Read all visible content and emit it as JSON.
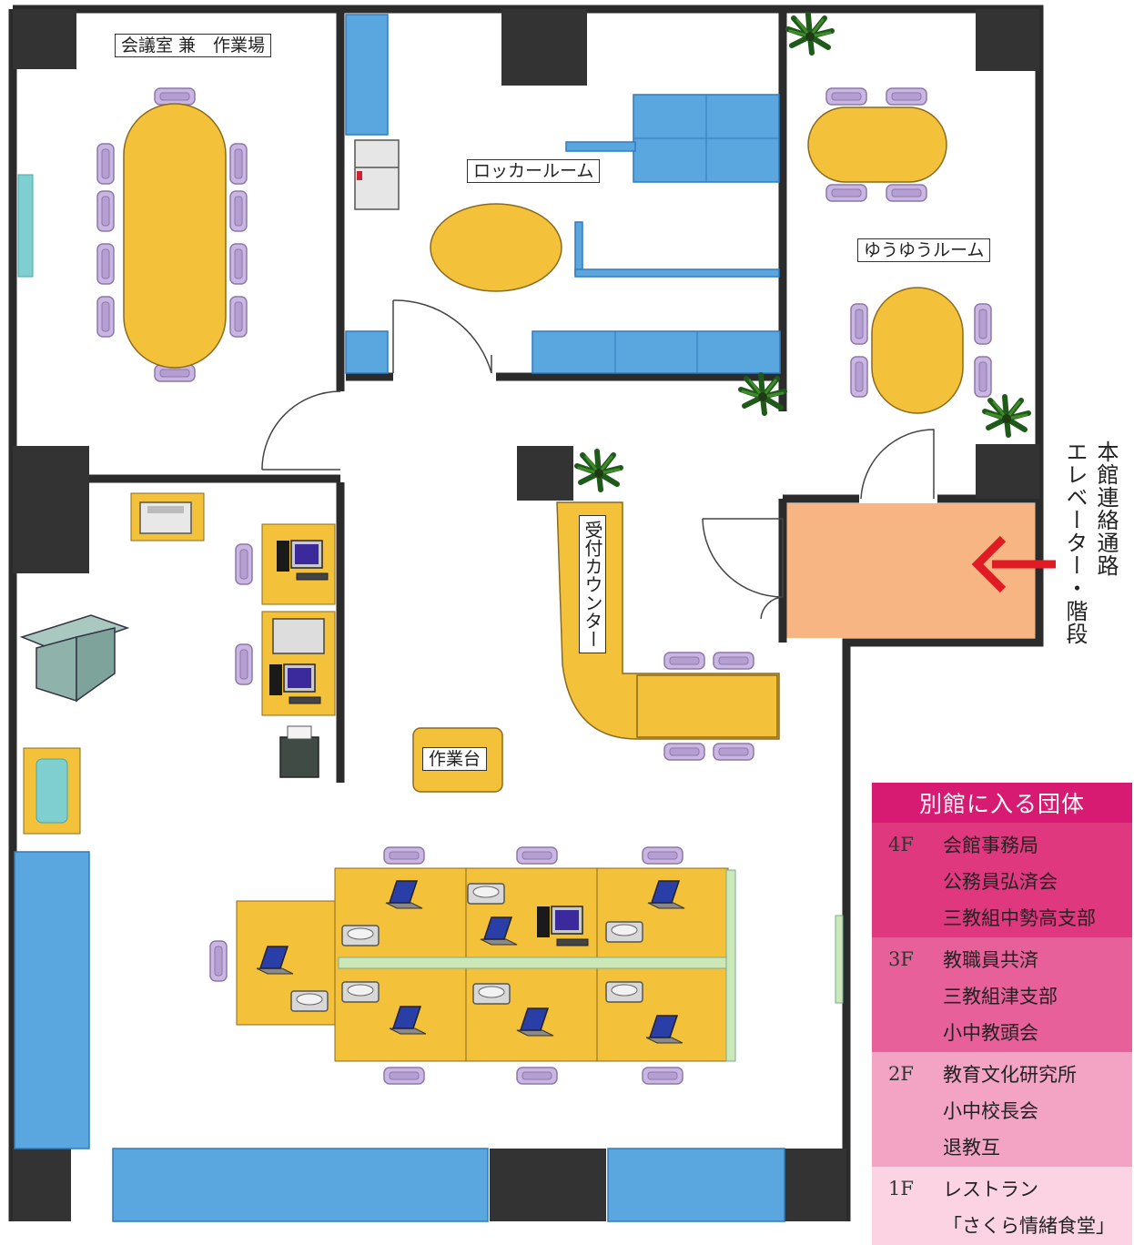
{
  "rooms": {
    "meeting_room": "会議室 兼　作業場",
    "locker_room": "ロッカールーム",
    "yuyu_room": "ゆうゆうルーム",
    "work_table": "作業台",
    "reception_counter": "受付カウンター"
  },
  "connector": {
    "label": "本館連絡通路",
    "sublabel": "エレベーター・階段"
  },
  "legend": {
    "title": "別館に入る団体",
    "groups": [
      {
        "floor": "4F",
        "names": [
          "会館事務局",
          "公務員弘済会",
          "三教組中勢高支部"
        ],
        "color": "#e0387f"
      },
      {
        "floor": "3F",
        "names": [
          "教職員共済",
          "三教組津支部",
          "小中教頭会"
        ],
        "color": "#e8609a"
      },
      {
        "floor": "2F",
        "names": [
          "教育文化研究所",
          "小中校長会",
          "退教互"
        ],
        "color": "#f3a3c4"
      },
      {
        "floor": "1F",
        "names": [
          "レストラン",
          "「さくら情緒食堂」"
        ],
        "color": "#fbd3e3"
      }
    ]
  },
  "colors": {
    "wall": "#2b2b2b",
    "pillar": "#333333",
    "table": "#f4c23a",
    "cabinet": "#5aa7e0",
    "chair": "#c8b4e0",
    "corridor": "#f7b583",
    "arrow": "#e01b24"
  }
}
